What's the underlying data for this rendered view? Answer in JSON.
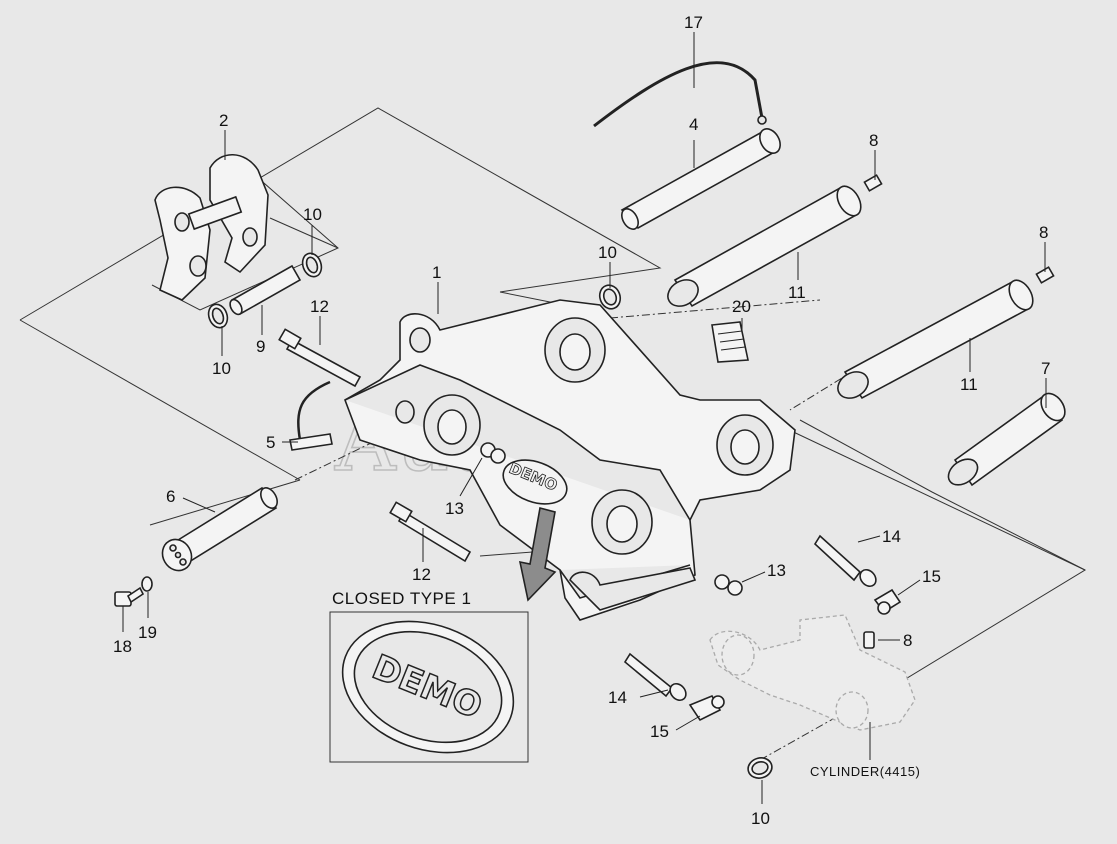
{
  "watermark": "AutoSoft",
  "captions": {
    "closed_type": "CLOSED TYPE 1",
    "cylinder": "CYLINDER(4415)"
  },
  "logo_text": "DEMO",
  "callouts": [
    {
      "id": "c17",
      "label": "17"
    },
    {
      "id": "c4",
      "label": "4"
    },
    {
      "id": "c8a",
      "label": "8"
    },
    {
      "id": "c8b",
      "label": "8"
    },
    {
      "id": "c2",
      "label": "2"
    },
    {
      "id": "c10a",
      "label": "10"
    },
    {
      "id": "c10b",
      "label": "10"
    },
    {
      "id": "c11a",
      "label": "11"
    },
    {
      "id": "c1",
      "label": "1"
    },
    {
      "id": "c20",
      "label": "20"
    },
    {
      "id": "c12a",
      "label": "12"
    },
    {
      "id": "c9",
      "label": "9"
    },
    {
      "id": "c10c",
      "label": "10"
    },
    {
      "id": "c11b",
      "label": "11"
    },
    {
      "id": "c7",
      "label": "7"
    },
    {
      "id": "c5",
      "label": "5"
    },
    {
      "id": "c6",
      "label": "6"
    },
    {
      "id": "c13a",
      "label": "13"
    },
    {
      "id": "c14a",
      "label": "14"
    },
    {
      "id": "c12b",
      "label": "12"
    },
    {
      "id": "c13b",
      "label": "13"
    },
    {
      "id": "c15a",
      "label": "15"
    },
    {
      "id": "c8c",
      "label": "8"
    },
    {
      "id": "c18",
      "label": "18"
    },
    {
      "id": "c19",
      "label": "19"
    },
    {
      "id": "c14b",
      "label": "14"
    },
    {
      "id": "c15b",
      "label": "15"
    },
    {
      "id": "c10d",
      "label": "10"
    }
  ]
}
